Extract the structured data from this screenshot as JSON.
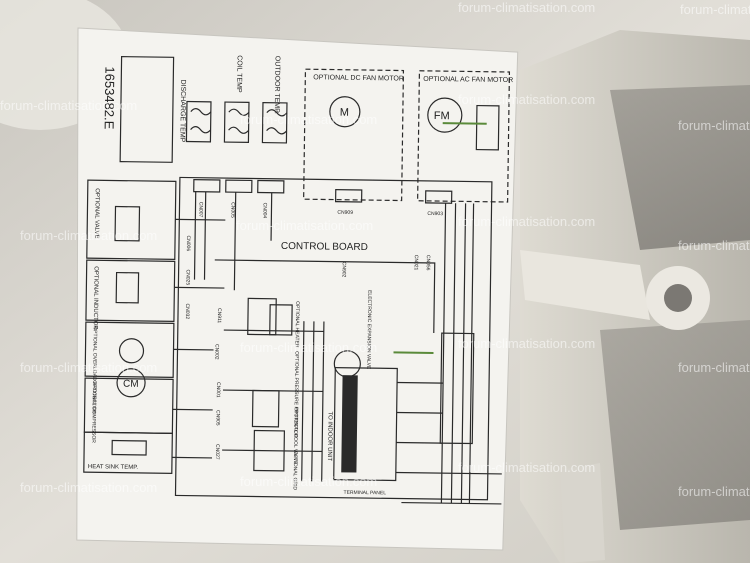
{
  "diagram": {
    "doc_number": "1653482.E",
    "board_title": "CONTROL BOARD",
    "sensors": [
      "DISCHARGE TEMP",
      "COIL TEMP",
      "OUTDOOR TEMP."
    ],
    "fans": [
      "OPTIONAL DC FAN MOTOR",
      "OPTIONAL AC FAN MOTOR"
    ],
    "connectors": [
      "CN007",
      "CN005",
      "CN004",
      "CN909",
      "CN903",
      "CN006",
      "CN025",
      "CN032",
      "CN002",
      "CN911",
      "CN001",
      "CN902",
      "CN905",
      "CN021",
      "CN027",
      "CN056"
    ],
    "left_labels": [
      "OPTIONAL VALVE",
      "OPTIONAL INDUCTOR",
      "OPTIONAL OVERLOAD PROTECTOR",
      "OPTIONAL COMPRESSOR",
      "HEAT SINK TEMP."
    ],
    "mid_labels": [
      "OPTIONAL HEATER",
      "OPTIONAL PRESSURE PROTECTOR",
      "OPTIONAL COOL VALVE",
      "OPTIONAL GRID"
    ],
    "right_labels": [
      "ELECTRONIC EXPANSION VALVE",
      "TO INDOOR UNIT",
      "TERMINAL PANEL"
    ]
  },
  "watermarks": [
    "forum-climatisation.com"
  ]
}
